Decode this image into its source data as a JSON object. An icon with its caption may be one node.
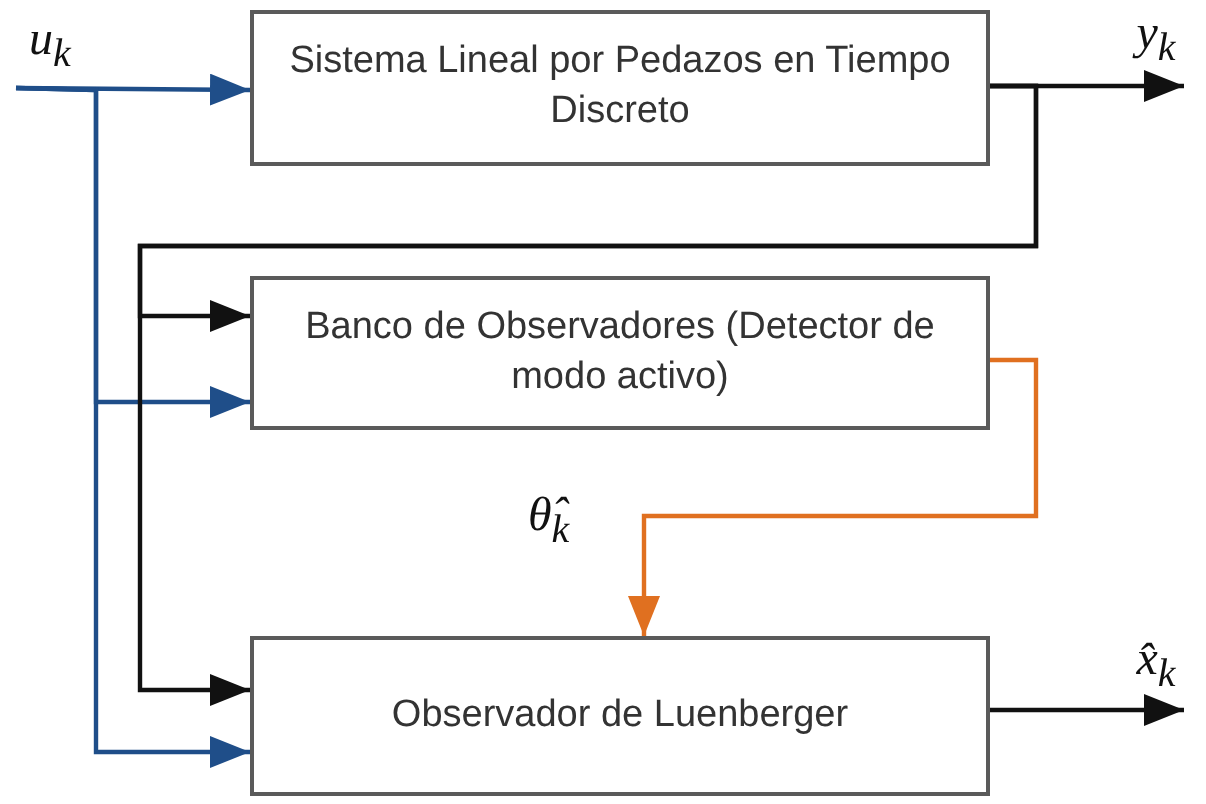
{
  "diagram": {
    "nodes": [
      {
        "text": [
          "u$_{k}$"
        ]
      },
      {
        "text": [
          "Sistema Lineal por Pedazos en Tiempo Discreto"
        ]
      },
      {
        "text": [
          "y$_{k}$"
        ]
      },
      {
        "text": [
          "Banco de Observadores (Detector de modo activo)"
        ]
      },
      {
        "text": [
          "Observador de Luenberger"
        ]
      },
      {
        "text": [
          "x̂$_{k}$"
        ]
      }
    ],
    "edges": [
      {
        "from": 0,
        "to": 1,
        "arrow": "to",
        "color": "#1f4e89"
      },
      {
        "from": 0,
        "to": 3,
        "arrow": "to",
        "color": "#1f4e89"
      },
      {
        "from": 0,
        "to": 4,
        "arrow": "to",
        "color": "#1f4e89"
      },
      {
        "from": 1,
        "to": 2,
        "arrow": "to"
      },
      {
        "from": 1,
        "to": 3,
        "arrow": "to"
      },
      {
        "from": 1,
        "to": 4,
        "arrow": "to"
      },
      {
        "from": 3,
        "to": 4,
        "arrow": "to",
        "label": "θ̂$_{k}$",
        "color": "#e07020"
      },
      {
        "from": 4,
        "to": 5,
        "arrow": "to"
      }
    ]
  }
}
